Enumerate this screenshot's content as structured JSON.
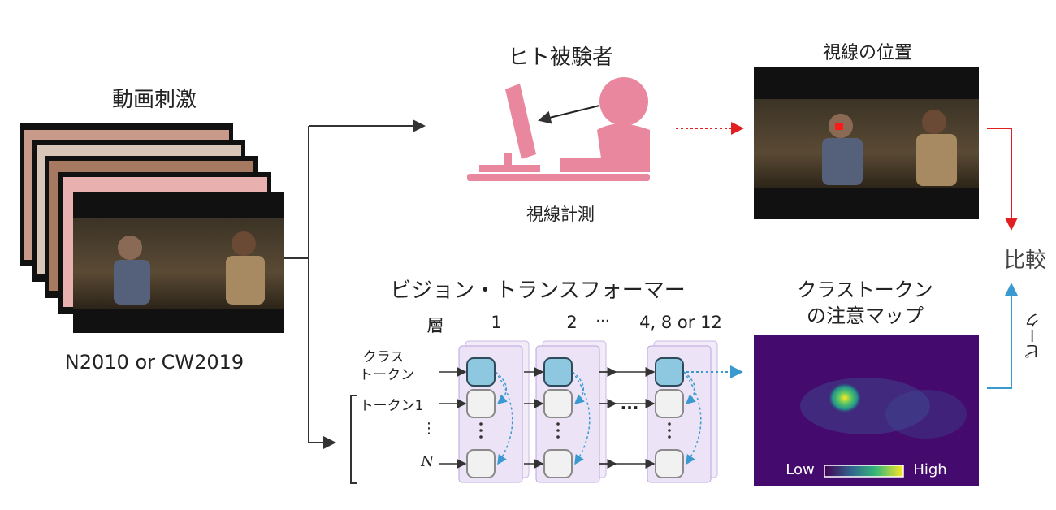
{
  "video": {
    "title": "動画刺激",
    "caption": "N2010 or CW2019"
  },
  "human": {
    "title": "ヒト被験者",
    "caption": "視線計測"
  },
  "gaze": {
    "title": "視線の位置"
  },
  "compare": {
    "label": "比較",
    "peak_label": "ピーク"
  },
  "vit": {
    "title": "ビジョン・トランスフォーマー",
    "layer_label": "層",
    "layers": [
      "1",
      "2",
      "···",
      "4, 8 or 12"
    ],
    "tokens": {
      "class_token": "クラス\nトークン",
      "class_line1": "クラス",
      "class_line2": "トークン",
      "token1": "トークン1",
      "vdots": "⋮",
      "n": "N"
    },
    "ellipsis": "···"
  },
  "attention": {
    "title_line1": "クラストークン",
    "title_line2": "の注意マップ",
    "low": "Low",
    "high": "High"
  },
  "colors": {
    "pink": "#e8879d",
    "red": "#e02020",
    "blue": "#3a9ad0",
    "map_bg": "#440a6e",
    "layer_fill": "#ece4f6",
    "class_cell": "#8ec7e0"
  }
}
